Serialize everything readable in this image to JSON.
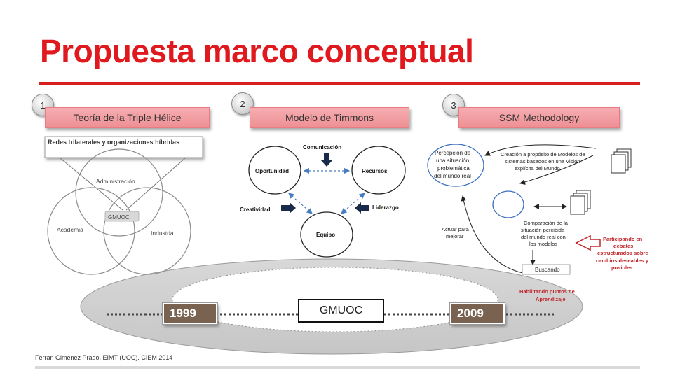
{
  "title": "Propuesta marco conceptual",
  "sections": [
    {
      "number": "1",
      "label": "Teoría de la Triple Hélice"
    },
    {
      "number": "2",
      "label": "Modelo de Timmons"
    },
    {
      "number": "3",
      "label": "SSM Methodology"
    }
  ],
  "triple_helix": {
    "banner": "Redes trilaterales y organizaciones híbridas",
    "circles": [
      "Administración",
      "Academia",
      "Industria"
    ],
    "center": "GMUOC"
  },
  "timmons": {
    "nodes": [
      "Oportunidad",
      "Recursos",
      "Equipo"
    ],
    "forces": [
      "Comunicación",
      "Creatividad",
      "Liderazgo"
    ]
  },
  "ssm": {
    "perception": [
      "Percepción de",
      "una situación",
      "problemática",
      "del mundo real"
    ],
    "creation": [
      "Creación a propósito de Modelos de",
      "sistemas basados en una Visión",
      "explícita del Mundo"
    ],
    "comparison": [
      "Comparación de la",
      "situación percibida",
      "del mundo real con",
      "los modelos"
    ],
    "act": [
      "Actuar para",
      "mejorar"
    ],
    "searching": "Buscando",
    "enabling": [
      "Habilitando puntos de",
      "Aprendizaje"
    ],
    "participating": [
      "Participando en",
      "debates",
      "estructurados sobre",
      "cambios deseables y",
      "posibles"
    ]
  },
  "timeline": {
    "start_year": "1999",
    "end_year": "2009",
    "center_label": "GMUOC"
  },
  "credit": "Ferran Giménez Prado, EIMT (UOC). CIEM 2014",
  "colors": {
    "title": "#e0191f",
    "header": "#f2a0a4",
    "year_box": "#7a6250",
    "accent_red": "#c0262b"
  }
}
